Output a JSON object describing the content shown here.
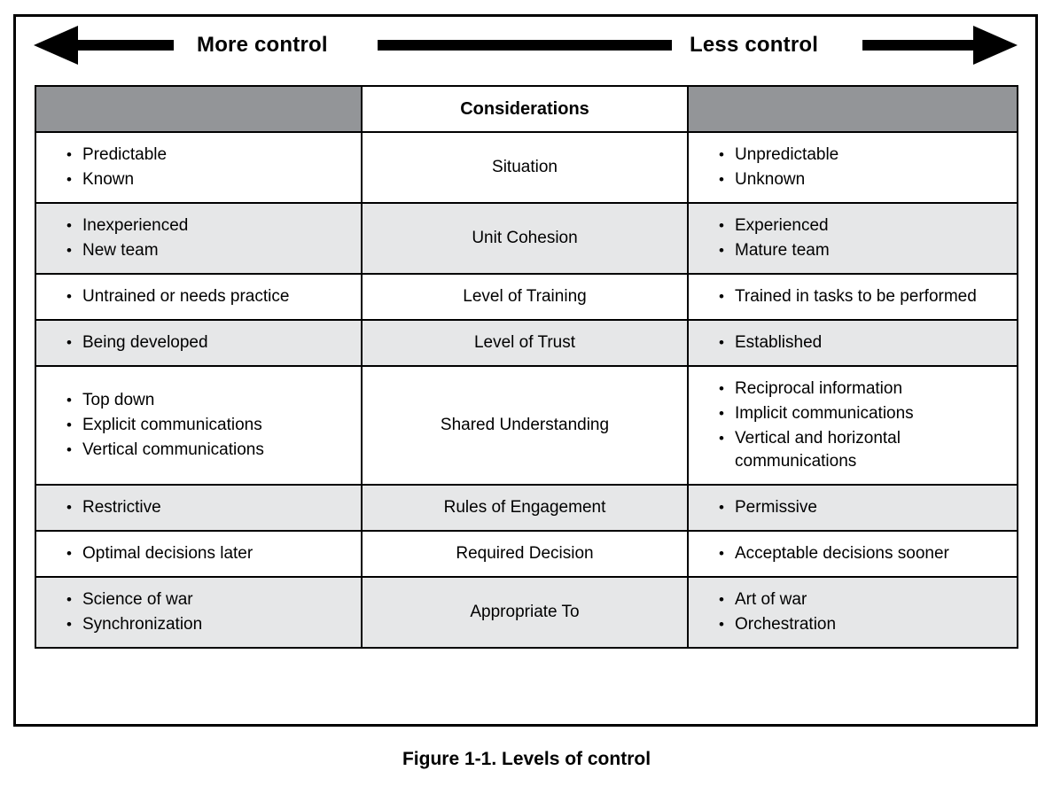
{
  "figure": {
    "caption": "Figure 1-1. Levels of control",
    "axis": {
      "left_label": "More control",
      "right_label": "Less control",
      "left_arrow_icon": "arrow-left-icon",
      "right_arrow_icon": "arrow-right-icon"
    },
    "colors": {
      "header_gray": "#939598",
      "row_shade": "#e6e7e8",
      "row_plain": "#ffffff",
      "border": "#000000",
      "text": "#000000"
    }
  },
  "table": {
    "header": {
      "left": "",
      "middle": "Considerations",
      "right": ""
    },
    "rows": [
      {
        "shaded": false,
        "consideration": "Situation",
        "more_control": [
          "Predictable",
          "Known"
        ],
        "less_control": [
          "Unpredictable",
          "Unknown"
        ]
      },
      {
        "shaded": true,
        "consideration": "Unit Cohesion",
        "more_control": [
          "Inexperienced",
          "New team"
        ],
        "less_control": [
          "Experienced",
          "Mature team"
        ]
      },
      {
        "shaded": false,
        "consideration": "Level of Training",
        "more_control": [
          "Untrained or needs practice"
        ],
        "less_control": [
          "Trained in tasks to be performed"
        ]
      },
      {
        "shaded": true,
        "consideration": "Level of Trust",
        "more_control": [
          "Being developed"
        ],
        "less_control": [
          "Established"
        ]
      },
      {
        "shaded": false,
        "consideration": "Shared Understanding",
        "more_control": [
          "Top down",
          "Explicit communications",
          "Vertical communications"
        ],
        "less_control": [
          "Reciprocal information",
          "Implicit communications",
          "Vertical and horizontal communications"
        ]
      },
      {
        "shaded": true,
        "consideration": "Rules of Engagement",
        "more_control": [
          "Restrictive"
        ],
        "less_control": [
          "Permissive"
        ]
      },
      {
        "shaded": false,
        "consideration": "Required Decision",
        "more_control": [
          "Optimal decisions later"
        ],
        "less_control": [
          "Acceptable decisions sooner"
        ]
      },
      {
        "shaded": true,
        "consideration": "Appropriate To",
        "more_control": [
          "Science of war",
          "Synchronization"
        ],
        "less_control": [
          "Art of war",
          "Orchestration"
        ]
      }
    ]
  }
}
